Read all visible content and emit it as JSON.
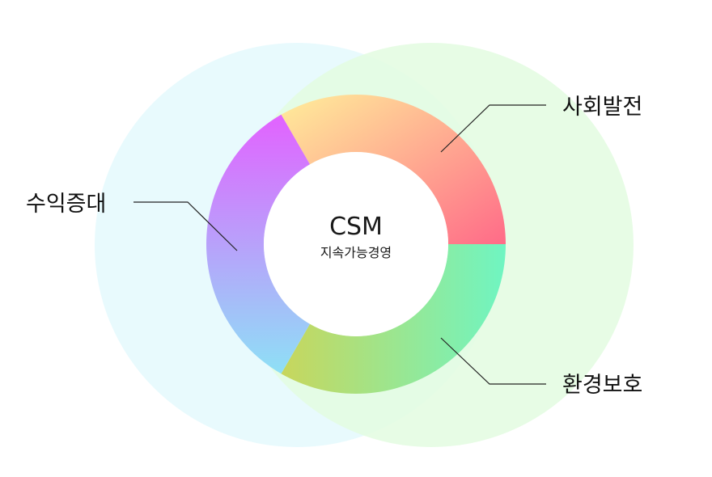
{
  "center": {
    "title": "CSM",
    "subtitle": "지속가능경영"
  },
  "segments": [
    {
      "label": "사회발전",
      "colors": [
        "#ffee9a",
        "#ff6b88"
      ]
    },
    {
      "label": "환경보호",
      "colors": [
        "#c8d65c",
        "#6ff5c2"
      ]
    },
    {
      "label": "수익증대",
      "colors": [
        "#e262ff",
        "#8ee0f6"
      ]
    }
  ],
  "background": {
    "left_circle_color": "#e6f9fd",
    "right_circle_color": "#e3fbe0"
  }
}
